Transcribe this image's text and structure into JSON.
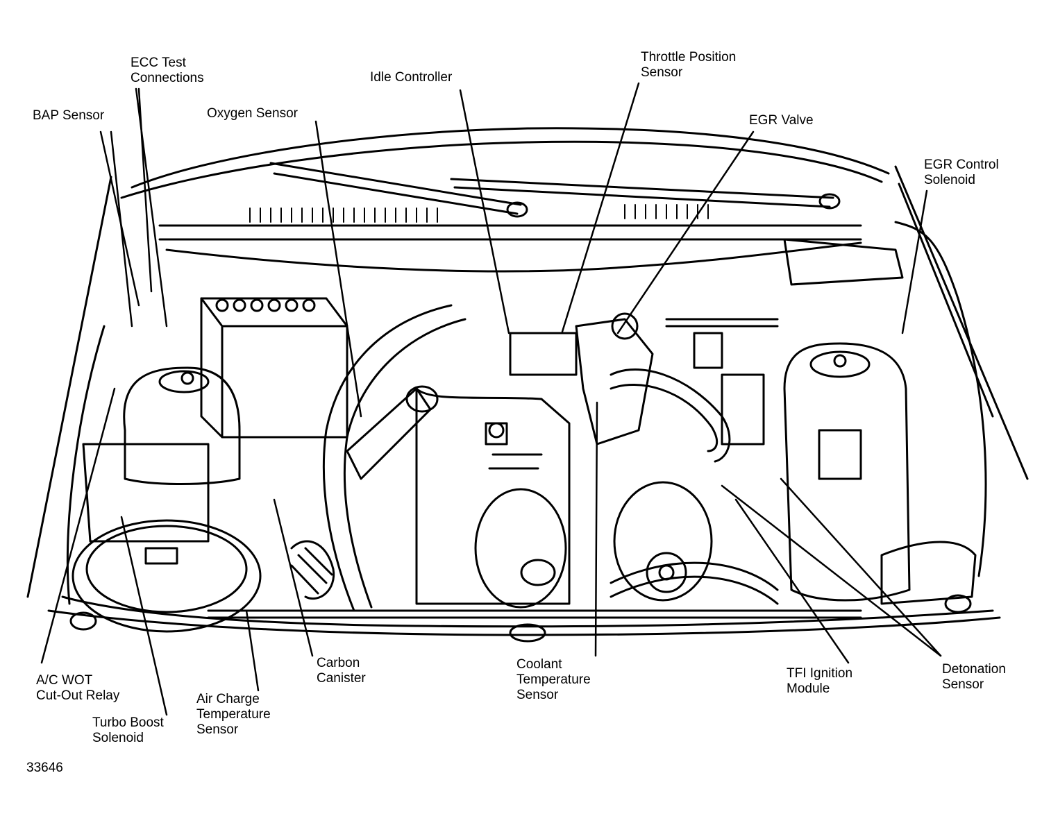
{
  "figure_number": "33646",
  "labels": {
    "ecc_test": [
      "ECC Test",
      "Connections"
    ],
    "bap_sensor": [
      "BAP Sensor"
    ],
    "oxygen_sensor": [
      "Oxygen Sensor"
    ],
    "idle_controller": [
      "Idle Controller"
    ],
    "throttle_position": [
      "Throttle Position",
      "Sensor"
    ],
    "egr_valve": [
      "EGR Valve"
    ],
    "egr_control": [
      "EGR Control",
      "Solenoid"
    ],
    "ac_wot": [
      "A/C WOT",
      "Cut-Out Relay"
    ],
    "turbo_boost": [
      "Turbo Boost",
      "Solenoid"
    ],
    "air_charge": [
      "Air Charge",
      "Temperature",
      "Sensor"
    ],
    "carbon_canister": [
      "Carbon",
      "Canister"
    ],
    "coolant_temp": [
      "Coolant",
      "Temperature",
      "Sensor"
    ],
    "tfi_ignition": [
      "TFI Ignition",
      "Module"
    ],
    "detonation": [
      "Detonation",
      "Sensor"
    ]
  },
  "colors": {
    "ink": "#000000",
    "paper": "#ffffff"
  }
}
